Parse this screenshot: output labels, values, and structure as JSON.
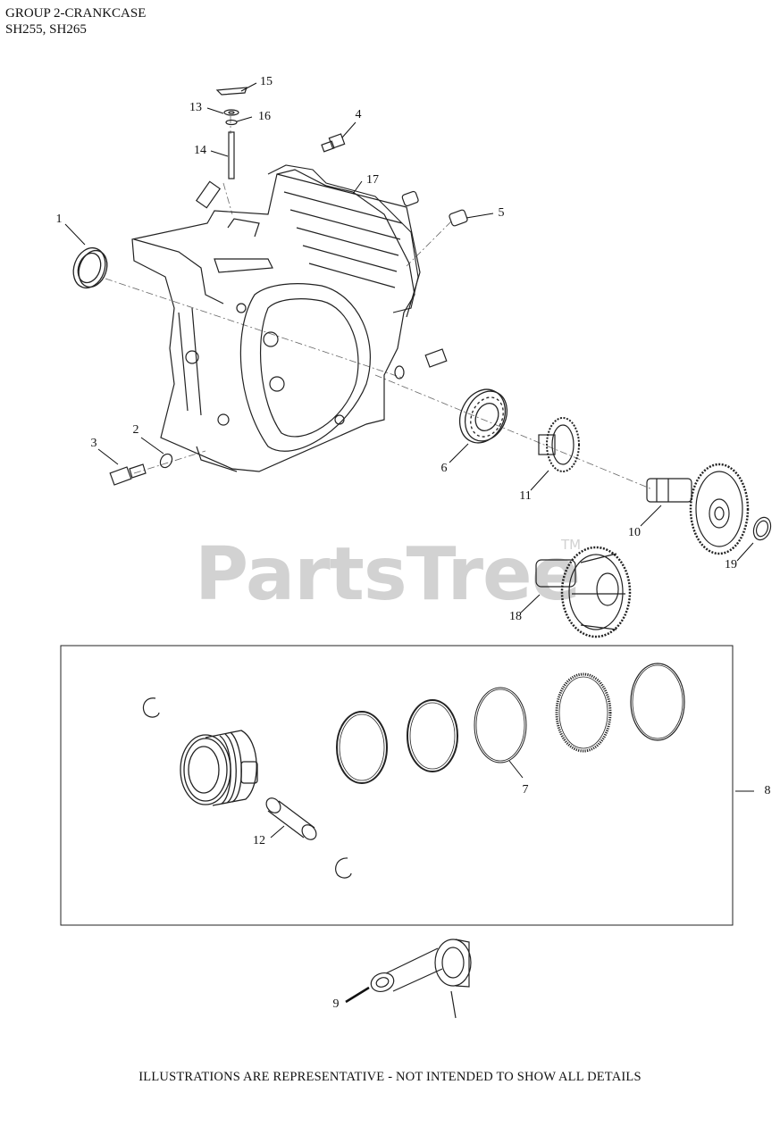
{
  "header": {
    "title": "GROUP 2-CRANKCASE",
    "models": "SH255, SH265"
  },
  "watermark": {
    "text": "PartsTree",
    "trademark": "TM"
  },
  "callouts": {
    "c1": "1",
    "c2": "2",
    "c3": "3",
    "c4": "4",
    "c5": "5",
    "c6": "6",
    "c7": "7",
    "c8": "8",
    "c9": "9",
    "c10": "10",
    "c11": "11",
    "c12": "12",
    "c13": "13",
    "c14": "14",
    "c15": "15",
    "c16": "16",
    "c17": "17",
    "c18": "18",
    "c19": "19"
  },
  "footer": "ILLUSTRATIONS ARE REPRESENTATIVE - NOT INTENDED TO SHOW ALL DETAILS"
}
